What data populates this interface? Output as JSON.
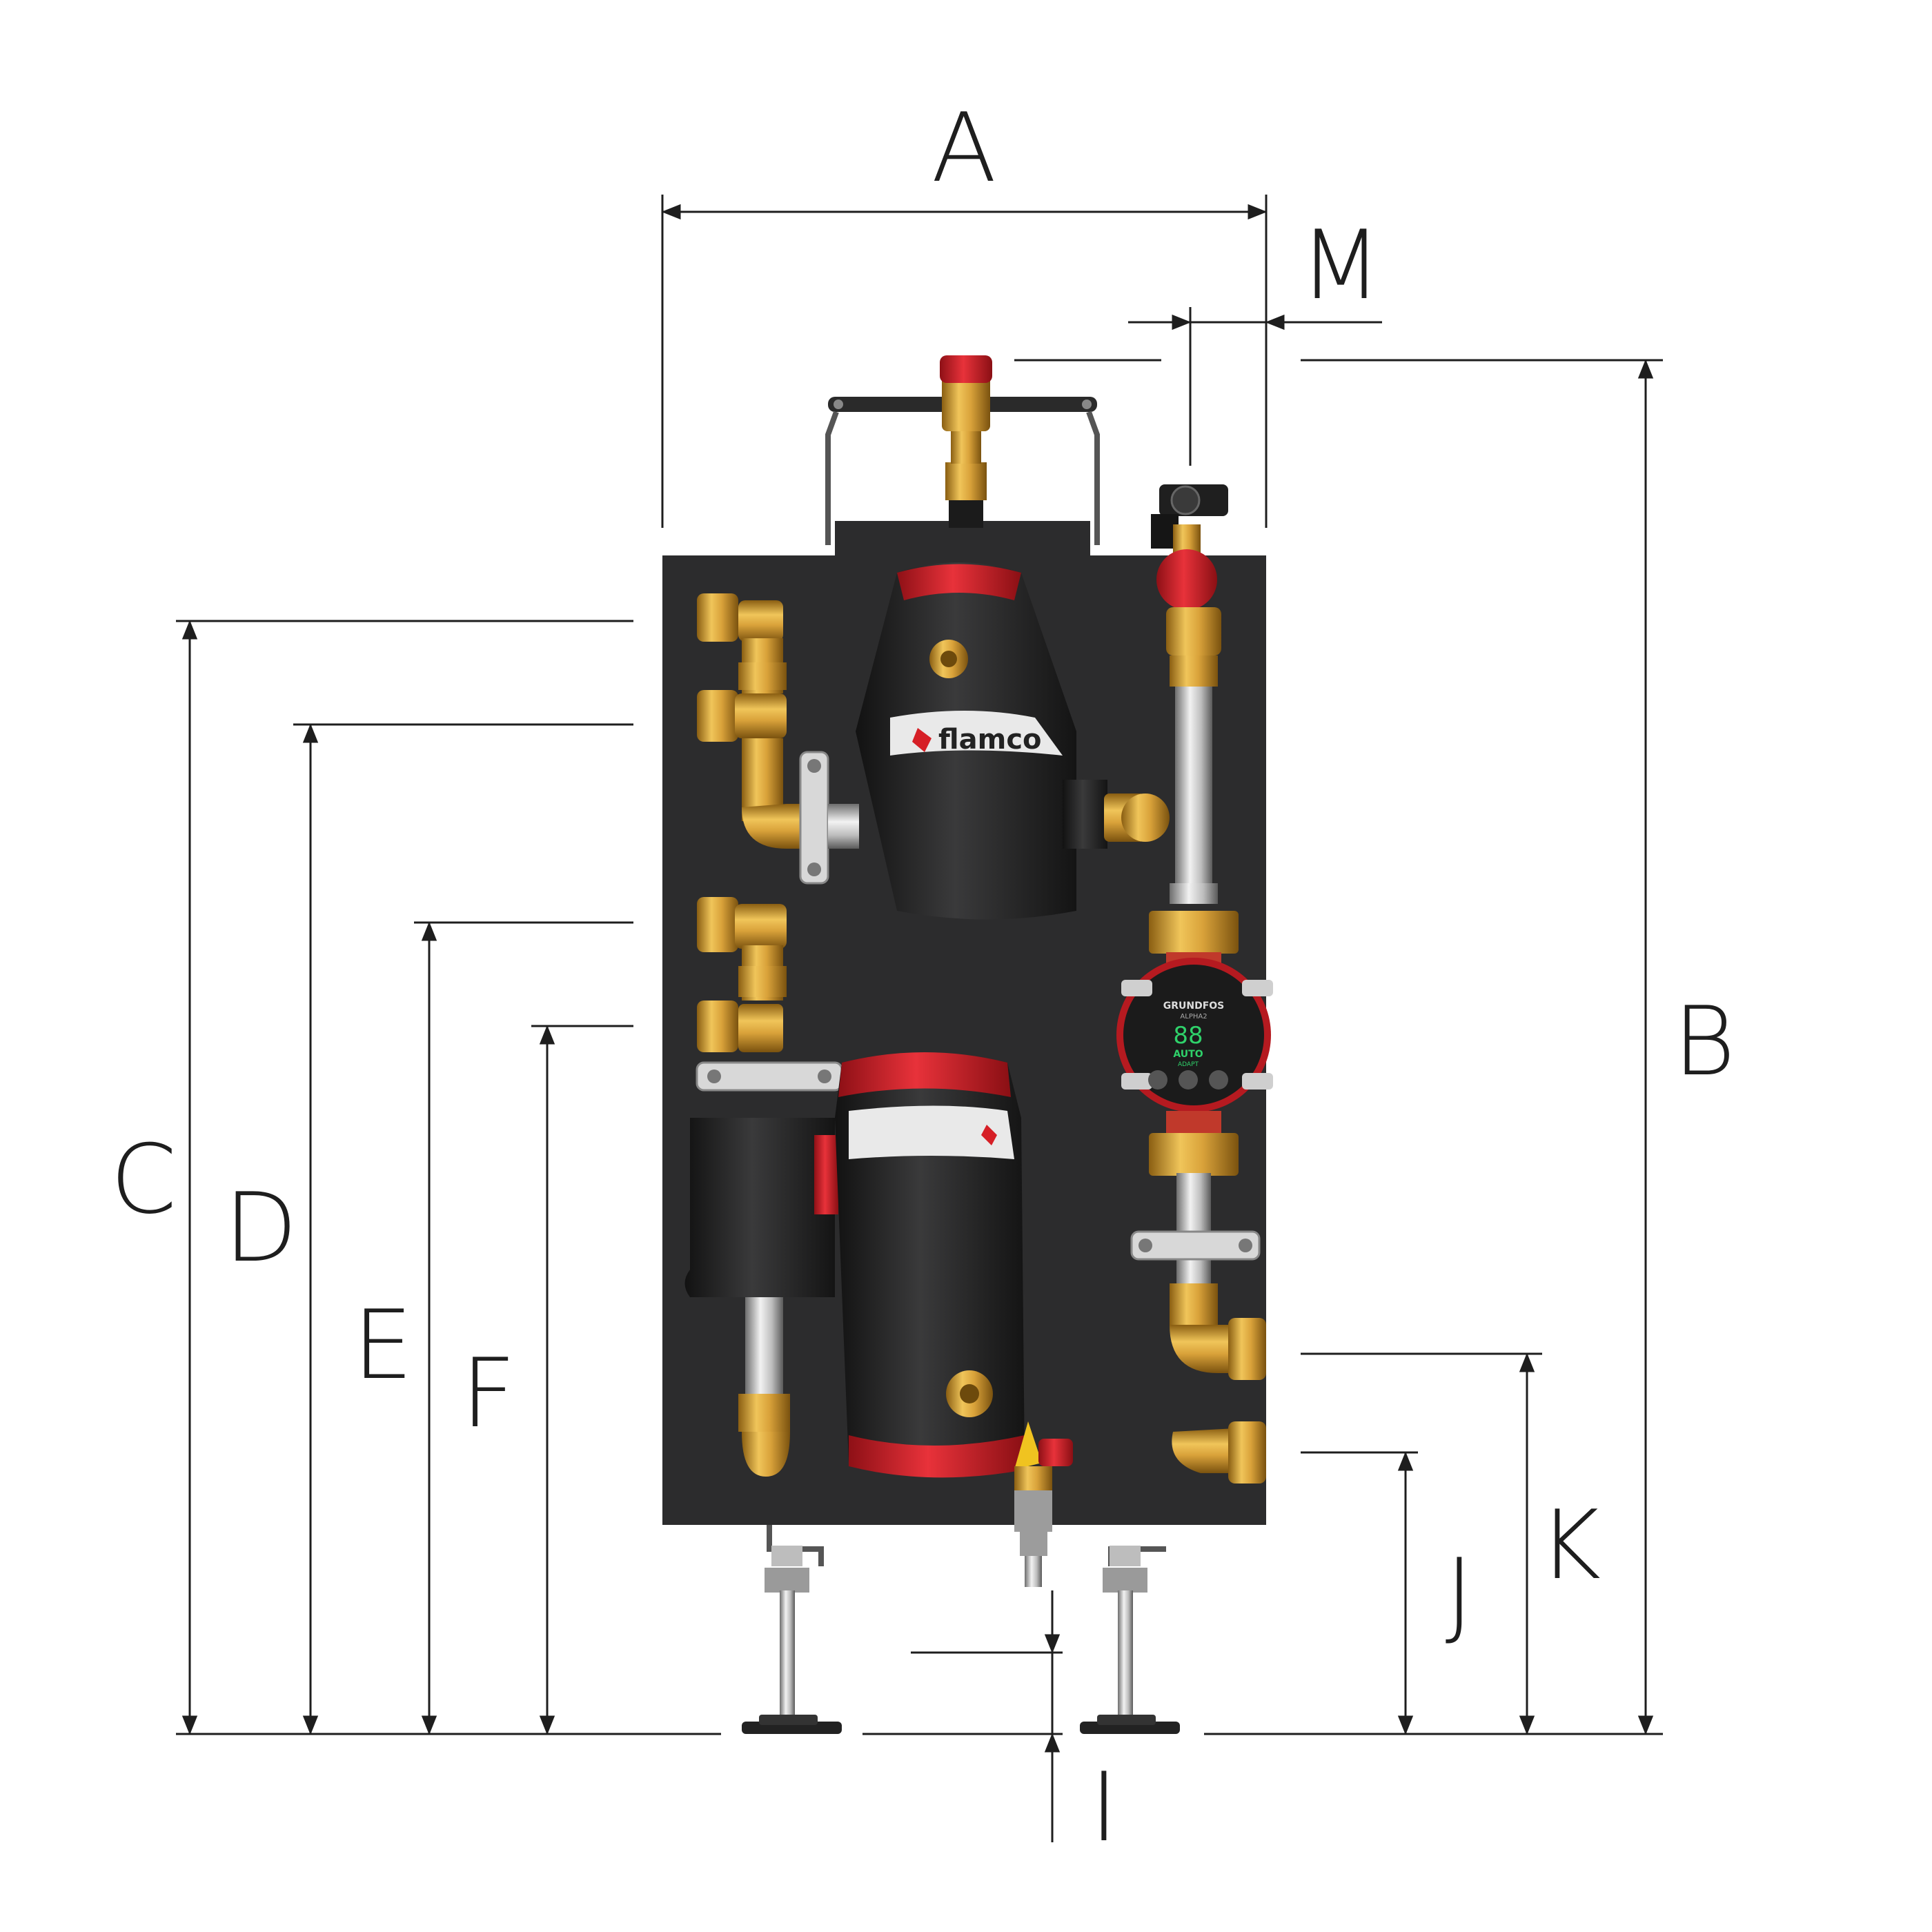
{
  "dimension_labels": {
    "A": "A",
    "B": "B",
    "C": "C",
    "D": "D",
    "E": "E",
    "F": "F",
    "I": "I",
    "J": "J",
    "K": "K",
    "M": "M"
  },
  "branding": {
    "dirt_separator_brand": "flamco",
    "pump_brand": "GRUNDFOS",
    "pump_model": "ALPHA2",
    "pump_mode_line1": "AUTO",
    "pump_mode_line2": "ADAPT",
    "pump_display": "88"
  },
  "colors": {
    "panel": "#2c2c2d",
    "brass": "#c9962e",
    "red": "#d61f26",
    "insulation": "#1f1f20",
    "dimension_line": "#1e1e1e",
    "pump_display": "#2fd16a"
  }
}
